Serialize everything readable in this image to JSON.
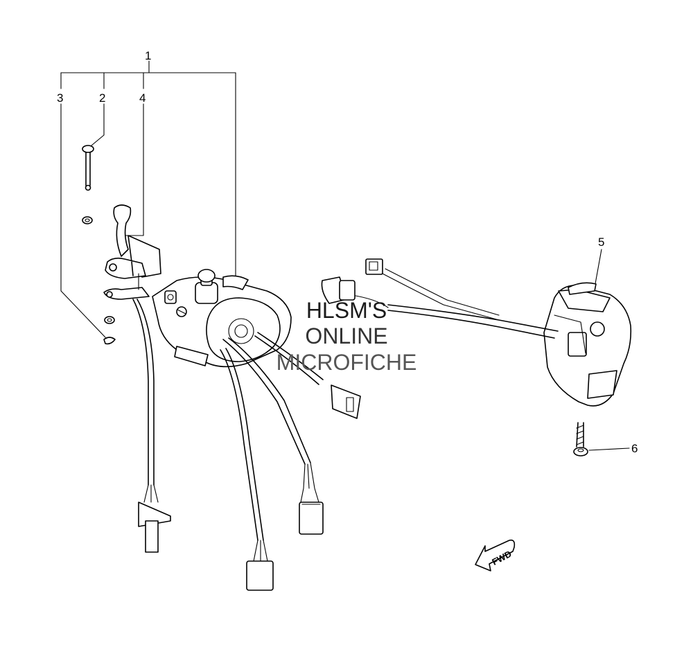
{
  "callouts": {
    "c1": "1",
    "c2": "2",
    "c3": "3",
    "c4": "4",
    "c5": "5",
    "c6": "6"
  },
  "fwd_label": "FWD",
  "watermark": {
    "line1": "HLSM'S",
    "line2": "ONLINE",
    "line3": "MICROFICHE"
  }
}
